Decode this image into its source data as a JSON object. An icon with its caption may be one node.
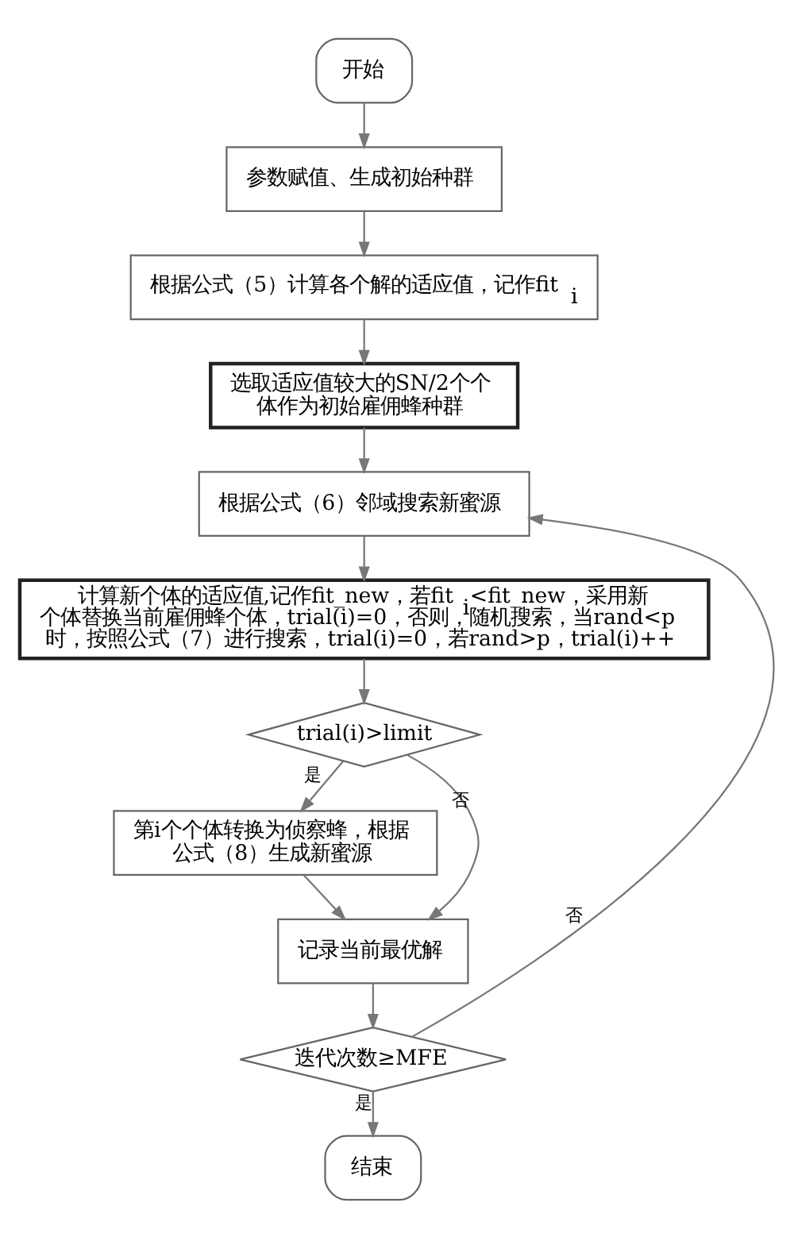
{
  "diagram": {
    "nodes": [
      {
        "text": [
          "开始"
        ]
      },
      {
        "text": [
          "参数赋值、生成初始种群"
        ]
      },
      {
        "text": [
          "根据公式（5）计算各个解的适应值，记作fit$_{i}$"
        ]
      },
      {
        "text": [
          "选取适应值较大的SN/2个个体作为初始雇佣蜂种群"
        ]
      },
      {
        "text": [
          "根据公式（6）邻域搜索新蜜源"
        ]
      },
      {
        "text": [
          "计算新个体的适应值,记作fit_new，若fit$_{i}$<fit_new，采用新个体替换当前雇佣蜂个体，trial(i)=0，否则，随机搜索，当rand<p时，按照公式（7）进行搜索，trial(i)=0，若rand>p，trial(i)++"
        ]
      },
      {
        "text": [
          "trial(i)>limit"
        ]
      },
      {
        "text": [
          "第i个个体转换为侦察蜂，根据公式（8）生成新蜜源"
        ]
      },
      {
        "text": [
          "记录当前最优解"
        ]
      },
      {
        "text": [
          "迭代次数≥MFE"
        ]
      },
      {
        "text": [
          "结束"
        ]
      }
    ],
    "edges": [
      {
        "from": 0,
        "to": 1,
        "arrow": "to"
      },
      {
        "from": 1,
        "to": 2,
        "arrow": "to"
      },
      {
        "from": 2,
        "to": 3,
        "arrow": "to"
      },
      {
        "from": 3,
        "to": 4,
        "arrow": "to"
      },
      {
        "from": 4,
        "to": 5,
        "arrow": "to"
      },
      {
        "from": 5,
        "to": 6,
        "arrow": "to"
      },
      {
        "from": 6,
        "to": 7,
        "arrow": "to",
        "label": "是"
      },
      {
        "from": 6,
        "to": 8,
        "arrow": "to",
        "label": "否"
      },
      {
        "from": 7,
        "to": 8,
        "arrow": "to"
      },
      {
        "from": 8,
        "to": 9,
        "arrow": "to"
      },
      {
        "from": 9,
        "to": 10,
        "arrow": "to",
        "label": "是"
      },
      {
        "from": 9,
        "to": 4,
        "arrow": "to",
        "label": "否"
      }
    ]
  }
}
